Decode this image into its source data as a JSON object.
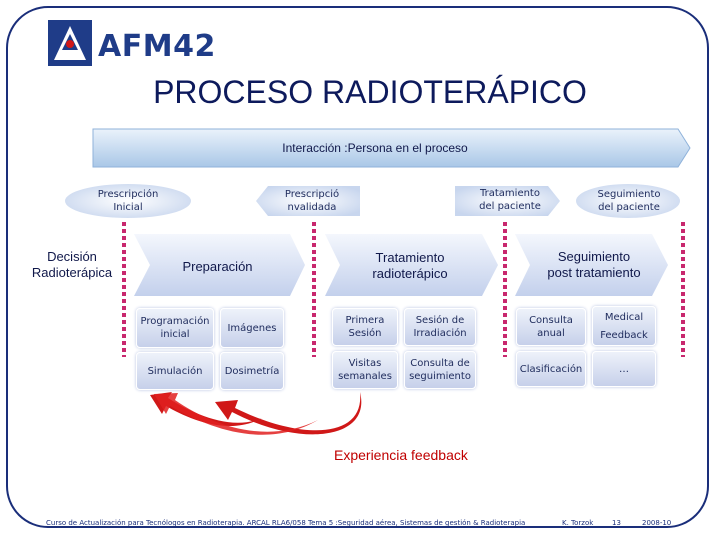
{
  "logo": {
    "text": "AFM42"
  },
  "title": "PROCESO RADIOTERÁPICO",
  "banner": {
    "label": "Interacción :Persona en el proceso"
  },
  "stages": {
    "prescription_initial": "Prescripción\nInicial",
    "prescription_validated": "Prescripció\nnvalidada",
    "treatment_patient": "Tratamiento\ndel paciente",
    "follow_up_patient": "Seguimiento\ndel paciente"
  },
  "decision": "Decisión\nRadioterápica",
  "phases": {
    "preparation": "Preparación",
    "treatment": "Tratamiento\nradioterápico",
    "post_treatment": "Seguimiento\npost tratamiento"
  },
  "cells": {
    "programacion": "Programación\ninicial",
    "imagenes": "Imágenes",
    "simulacion": "Simulación",
    "dosimetria": "Dosimetría",
    "primera_sesion": "Primera\nSesión",
    "sesion_irradiacion": "Sesión de\nIrradiación",
    "visitas": "Visitas\nsemanales",
    "consulta_seguimiento": "Consulta de\nseguimiento",
    "consulta_anual": "Consulta\nanual",
    "medical_feedback": "Medical\n\nFeedback",
    "clasificacion": "Clasificación",
    "ellipsis": "…"
  },
  "feedback_label": "Experiencia feedback",
  "footer": {
    "course": "Curso de Actualización para Tecnólogos en Radioterapia. ARCAL RLA6/058 Tema 5 :Seguridad aérea, Sistemas de gestión & Radioterapia",
    "author": "K. Torzok",
    "page": "13",
    "date": "2008-10"
  },
  "colors": {
    "frame": "#1a2e7a",
    "title": "#0d1a5c",
    "feedback_text": "#c00000",
    "arrow_red": "#d01818",
    "separator": "#c8286e"
  }
}
